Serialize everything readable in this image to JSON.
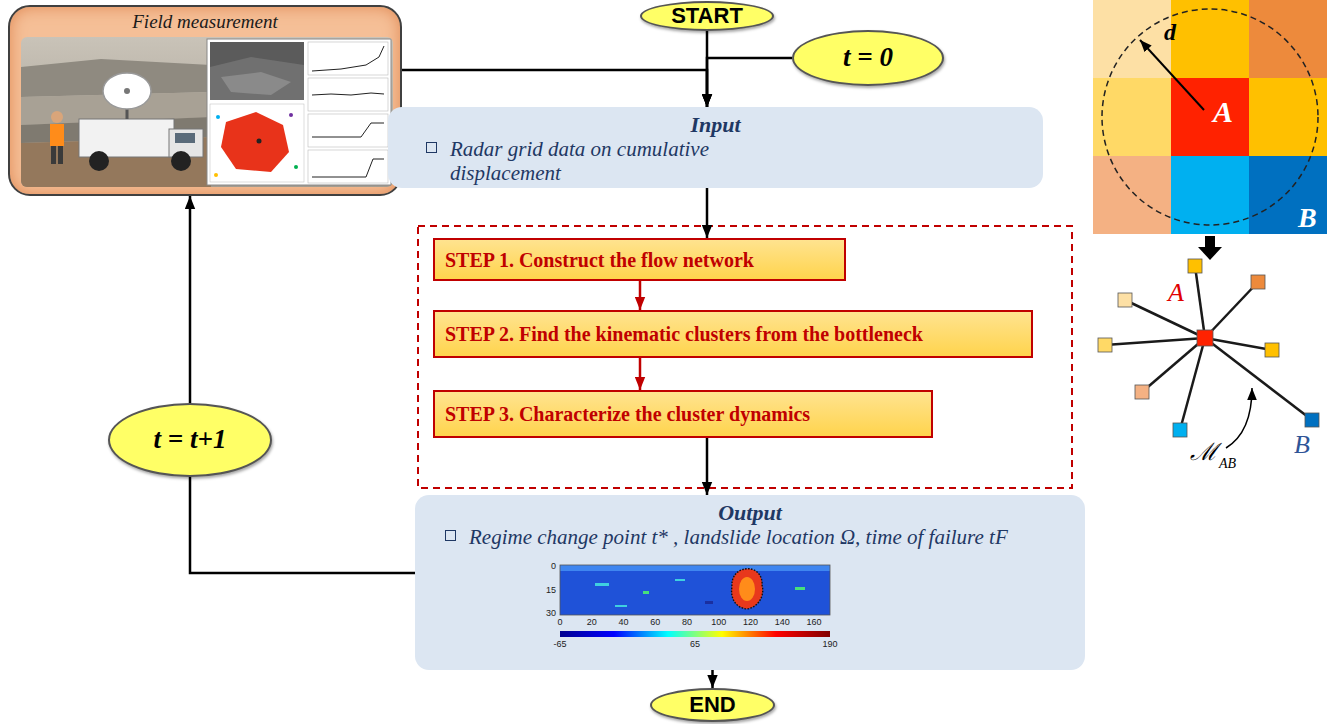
{
  "diagram": {
    "nodes": [
      {
        "text": [
          "Field measurement"
        ]
      },
      {
        "text": [
          "START"
        ]
      },
      {
        "text": [
          "t = 0"
        ]
      },
      {
        "text": [
          "Input",
          "Radar grid data on cumulative displacement"
        ]
      },
      {
        "text": [
          "STEP 1. Construct the flow network"
        ]
      },
      {
        "text": [
          "STEP 2. Find the kinematic clusters from the bottleneck"
        ]
      },
      {
        "text": [
          "STEP 3. Characterize the cluster dynamics"
        ]
      },
      {
        "text": [
          "t = t+1"
        ]
      },
      {
        "text": [
          "Output",
          "Regime change point t* , landslide location Ω, time of failure tF"
        ]
      },
      {
        "text": [
          "END"
        ]
      }
    ],
    "edges": [
      {
        "from": 1,
        "to": 3,
        "arrow": "to"
      },
      {
        "from": 0,
        "to": 3,
        "arrow": "to"
      },
      {
        "from": 2,
        "to": 3,
        "arrow": "to"
      },
      {
        "from": 3,
        "to": 4,
        "arrow": "to"
      },
      {
        "from": 4,
        "to": 5,
        "arrow": "to"
      },
      {
        "from": 5,
        "to": 6,
        "arrow": "to"
      },
      {
        "from": 6,
        "to": 8,
        "arrow": "to"
      },
      {
        "from": 8,
        "to": 7,
        "arrow": "none"
      },
      {
        "from": 7,
        "to": 0,
        "arrow": "to"
      },
      {
        "from": 8,
        "to": 9,
        "arrow": "to"
      }
    ],
    "labels": [
      "d",
      "A",
      "B",
      "A",
      "B",
      "ℳ",
      "AB",
      "0",
      "20",
      "40",
      "60",
      "80",
      "100",
      "120",
      "140",
      "160",
      "0",
      "15",
      "30",
      "-65",
      "65",
      "190"
    ]
  }
}
